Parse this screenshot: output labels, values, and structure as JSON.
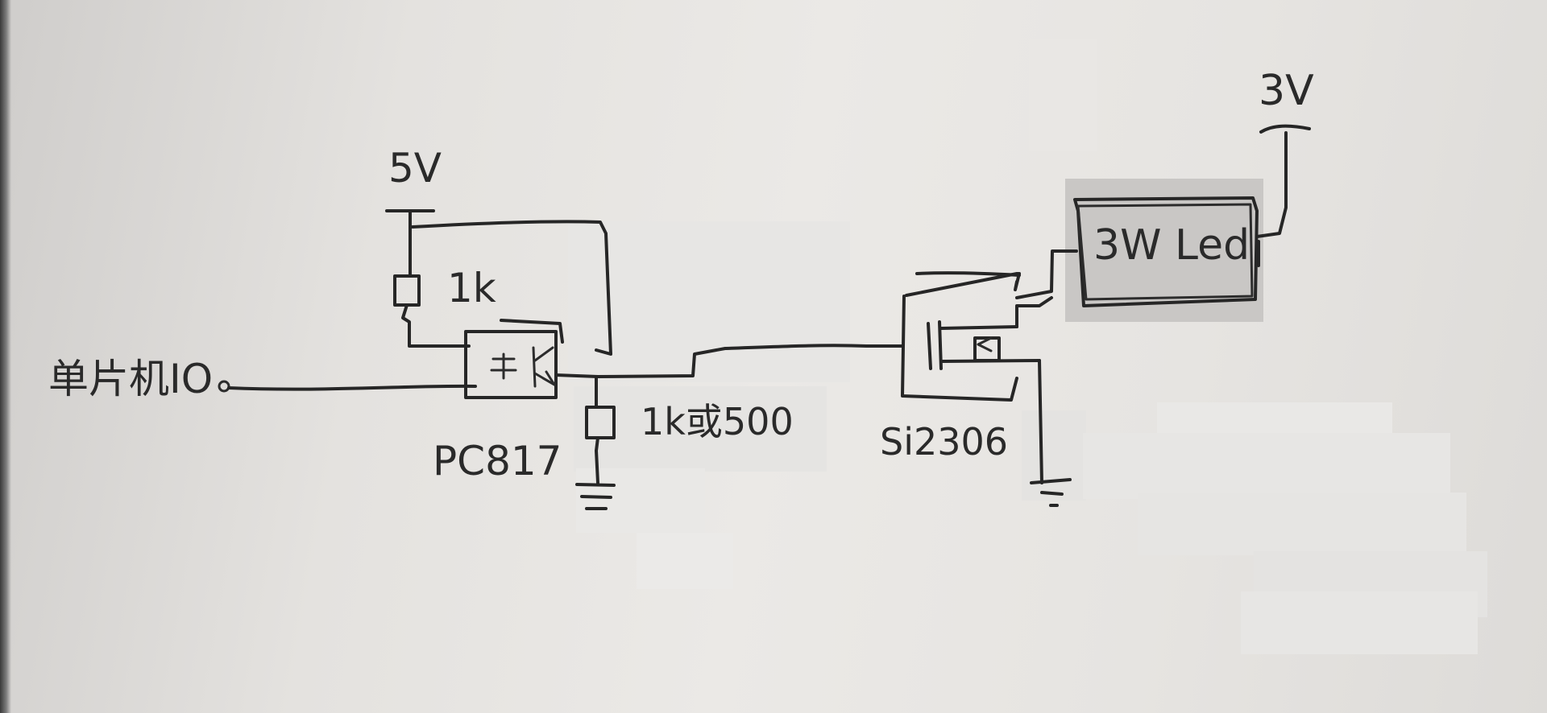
{
  "diagram": {
    "labels": {
      "mcu_io": "单片机IO",
      "v5": "5V",
      "v3": "3V",
      "r_top": "1k",
      "r_bottom": "1k或500",
      "optocoupler": "PC817",
      "mosfet": "Si2306",
      "led": "3W Led"
    }
  }
}
